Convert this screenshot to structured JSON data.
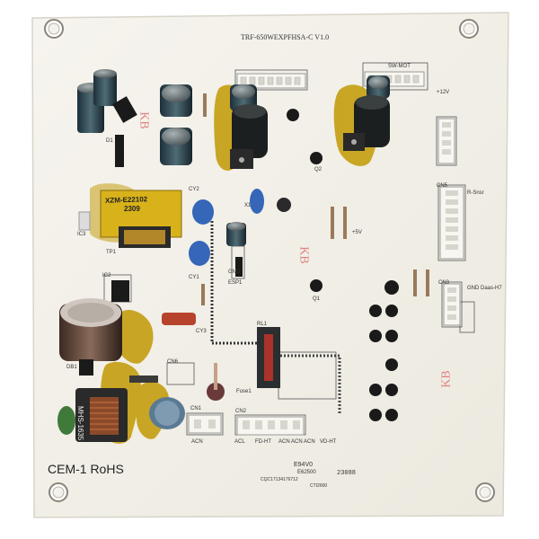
{
  "board": {
    "model": "TRF-650WEXPFHSA-C V1.0",
    "certification": "CEM-1 RoHS",
    "ul_mark": "E94V0",
    "file_number": "E62500",
    "date_code": "23088",
    "cqc_number": "CQC17134176712",
    "ctg_label": "CTI2600"
  },
  "components": {
    "transformer_label_1": "XZM-E22102",
    "transformer_label_2": "2309",
    "choke_label": "MHS-1635"
  },
  "silkscreen": {
    "kb_marks": [
      "KB",
      "KB",
      "KB"
    ],
    "sw_mot": "SW-MOT",
    "fuse": "Fuse1",
    "relay": "RL1",
    "esp": "ESP1",
    "cn1": "CN1",
    "cn2": "CN2",
    "cn3": "CN3",
    "cn5": "CN5",
    "cn6": "CN6",
    "cy1": "CY1",
    "cy2": "CY2",
    "cy3": "CY3",
    "tp1": "TP1",
    "ic2": "IC2",
    "ic3": "IC3",
    "db1": "DB1",
    "d1": "D1",
    "x1": "X1",
    "q1": "Q1",
    "q2": "Q2",
    "ground": "GND",
    "gnd_5v": "+5V",
    "v12": "+12V",
    "acn": "ACN",
    "acl": "ACL",
    "fd_ht": "FD-HT",
    "acn_acn_acn": "ACN ACN ACN",
    "vd_ht": "VD-HT",
    "gnd_daas": "GND Daas-H7",
    "r_sens": "R-Snsr"
  },
  "colors": {
    "board": "#f3f1ea",
    "background": "#ffffff",
    "capacitor_blue": "#3566b8",
    "capacitor_black": "#1d2a2e",
    "glue_yellow": "#c6a21a",
    "relay_red": "#c2342a",
    "silkscreen": "#333333",
    "kb_pink": "#e08080"
  }
}
